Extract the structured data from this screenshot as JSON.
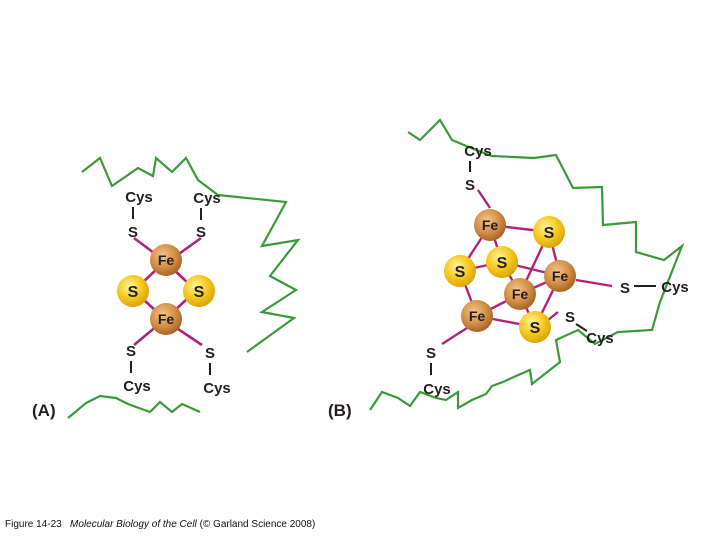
{
  "colors": {
    "backbone": "#3a9a3a",
    "bond": "#b0237a",
    "iron": "#c8843a",
    "sulfur": "#f2c318",
    "text": "#231f20"
  },
  "panel_a": {
    "label": "(A)",
    "cys_top_left": "Cys",
    "cys_top_right": "Cys",
    "cys_bottom_left": "Cys",
    "cys_bottom_right": "Cys",
    "s_top_left": "S",
    "s_top_right": "S",
    "s_bottom_left": "S",
    "s_bottom_right": "S",
    "fe_top": "Fe",
    "fe_bottom": "Fe",
    "s_bridge_left": "S",
    "s_bridge_right": "S"
  },
  "panel_b": {
    "label": "(B)",
    "cys_top": "Cys",
    "s_top": "S",
    "cys_right": "Cys",
    "s_right": "S",
    "cys_lower_right": "Cys",
    "s_lower_right": "S",
    "cys_bottom": "Cys",
    "s_bottom": "S",
    "fe_1": "Fe",
    "fe_2": "Fe",
    "fe_3": "Fe",
    "fe_4": "Fe",
    "s_1": "S",
    "s_2": "S",
    "s_3": "S",
    "s_4": "S"
  },
  "caption": {
    "prefix": "Figure 14-23",
    "title": "Molecular Biology of the Cell",
    "suffix": "(© Garland Science 2008)"
  }
}
